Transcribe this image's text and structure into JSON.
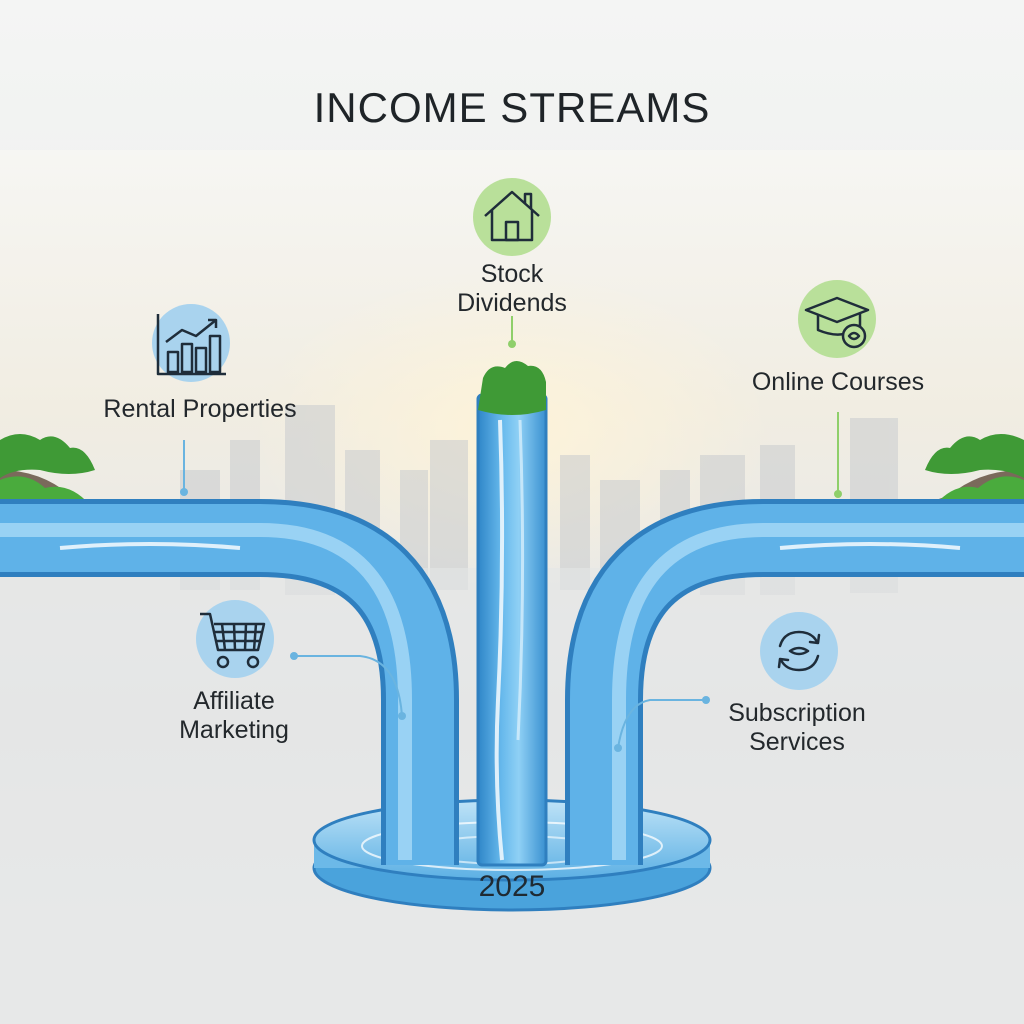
{
  "title": "INCOME STREAMS",
  "year": "2025",
  "streams": [
    {
      "id": "rental",
      "lines": [
        "Rental Properties"
      ],
      "icon": "bar-chart-up-icon",
      "badge_color": "#a9d3ee"
    },
    {
      "id": "stock",
      "lines": [
        "Stock",
        "Dividends"
      ],
      "icon": "house-icon",
      "badge_color": "#b9e09a"
    },
    {
      "id": "online",
      "lines": [
        "Online Courses"
      ],
      "icon": "graduation-cap-icon",
      "badge_color": "#b9e09a"
    },
    {
      "id": "affiliate",
      "lines": [
        "Affiliate",
        "Marketing"
      ],
      "icon": "shopping-cart-icon",
      "badge_color": "#a9d3ee"
    },
    {
      "id": "subscription",
      "lines": [
        "Subscription",
        "Services"
      ],
      "icon": "refresh-cycle-icon",
      "badge_color": "#a9d3ee"
    }
  ],
  "colors": {
    "water": "#4da6df",
    "water_light": "#9fd3f3",
    "water_dark": "#2f7fbf",
    "foliage": "#3f9a36",
    "connector_blue": "#6ab4e0",
    "connector_green": "#8fcf6a",
    "text": "#23282c"
  }
}
